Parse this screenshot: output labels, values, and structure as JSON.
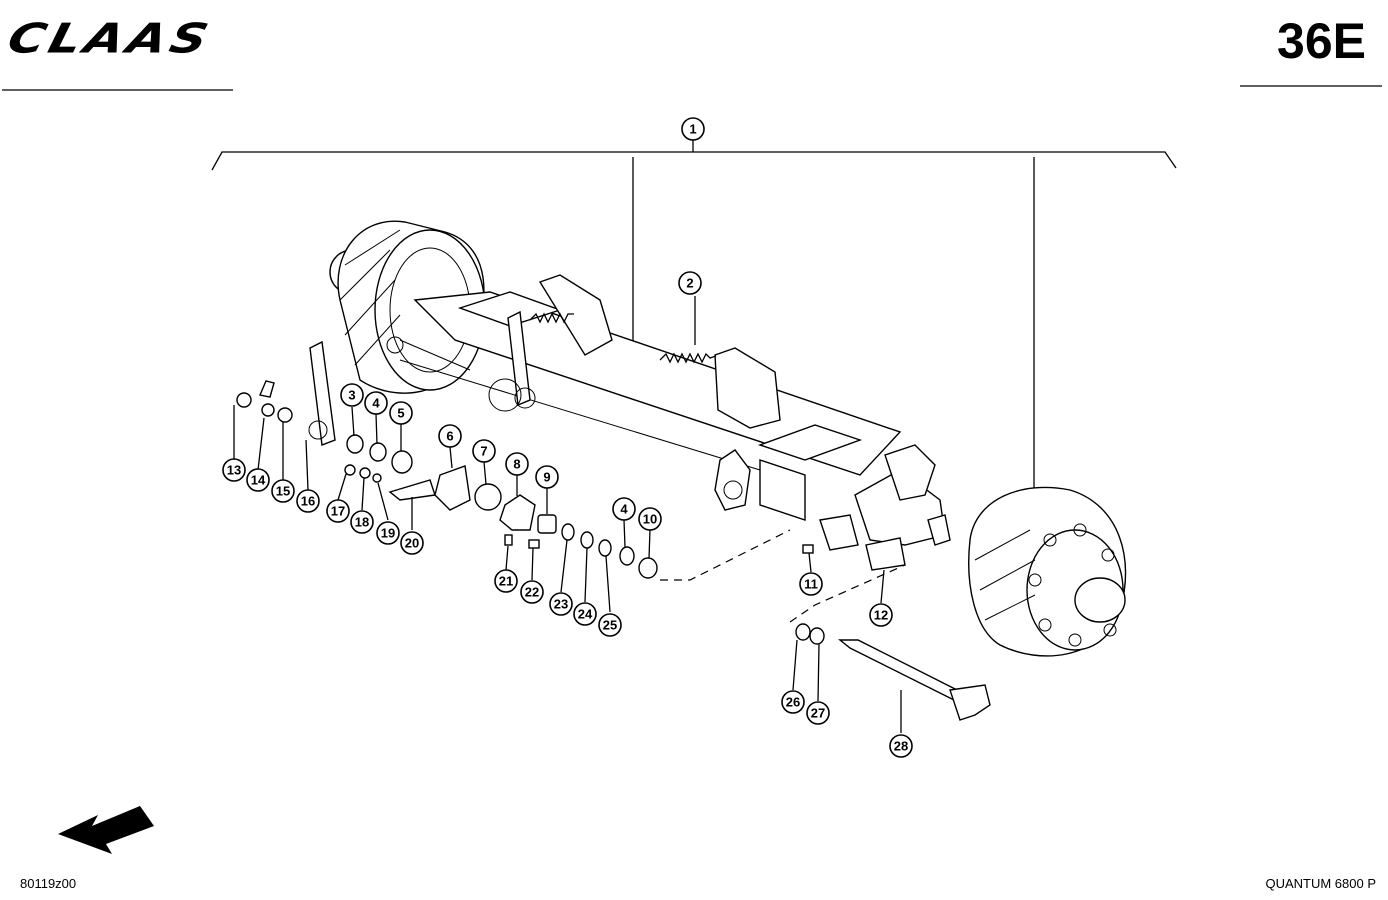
{
  "header": {
    "logo_text": "CLAAS",
    "page_code": "36E"
  },
  "footer": {
    "drawing_number": "80119z00",
    "model_name": "QUANTUM 6800 P"
  },
  "diagram": {
    "callouts": [
      {
        "id": "1"
      },
      {
        "id": "2"
      },
      {
        "id": "3"
      },
      {
        "id": "4"
      },
      {
        "id": "5"
      },
      {
        "id": "6"
      },
      {
        "id": "7"
      },
      {
        "id": "8"
      },
      {
        "id": "9"
      },
      {
        "id": "4"
      },
      {
        "id": "10"
      },
      {
        "id": "11"
      },
      {
        "id": "12"
      },
      {
        "id": "13"
      },
      {
        "id": "14"
      },
      {
        "id": "15"
      },
      {
        "id": "16"
      },
      {
        "id": "17"
      },
      {
        "id": "18"
      },
      {
        "id": "19"
      },
      {
        "id": "20"
      },
      {
        "id": "21"
      },
      {
        "id": "22"
      },
      {
        "id": "23"
      },
      {
        "id": "24"
      },
      {
        "id": "25"
      },
      {
        "id": "26"
      },
      {
        "id": "27"
      },
      {
        "id": "28"
      }
    ],
    "direction_icon": "arrow-down-left-icon"
  }
}
